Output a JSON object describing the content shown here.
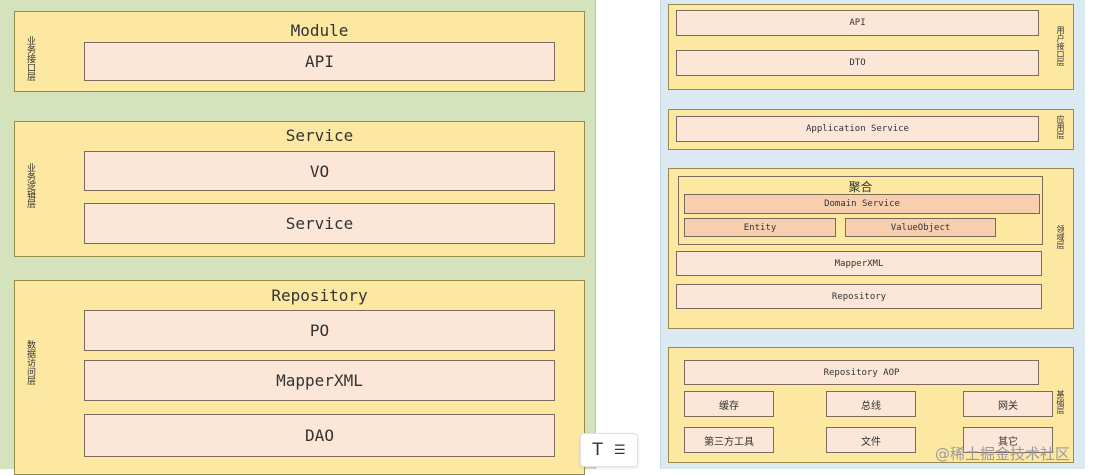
{
  "left": {
    "module": {
      "title": "Module",
      "label": "业务接口层",
      "boxes": [
        "API"
      ]
    },
    "service": {
      "title": "Service",
      "label": "业务逻辑层",
      "boxes": [
        "VO",
        "Service"
      ]
    },
    "repository": {
      "title": "Repository",
      "label": "数据访问层",
      "boxes": [
        "PO",
        "MapperXML",
        "DAO"
      ]
    }
  },
  "right": {
    "interface": {
      "label": "用户接口层",
      "boxes": [
        "API",
        "DTO"
      ]
    },
    "application": {
      "label": "应用层",
      "boxes": [
        "Application Service"
      ]
    },
    "domain": {
      "label": "领域层",
      "aggregate": {
        "title": "聚合",
        "domain_service": "Domain Service",
        "entity": "Entity",
        "value_object": "ValueObject"
      },
      "boxes": [
        "MapperXML",
        "Repository"
      ]
    },
    "infra": {
      "label": "基础层",
      "top": "Repository AOP",
      "items": [
        "缓存",
        "总线",
        "网关",
        "第三方工具",
        "文件",
        "其它"
      ]
    }
  },
  "toolbar": {
    "text_icon": "T",
    "menu_icon": "☰"
  },
  "watermark": "@稀土掘金技术社区"
}
